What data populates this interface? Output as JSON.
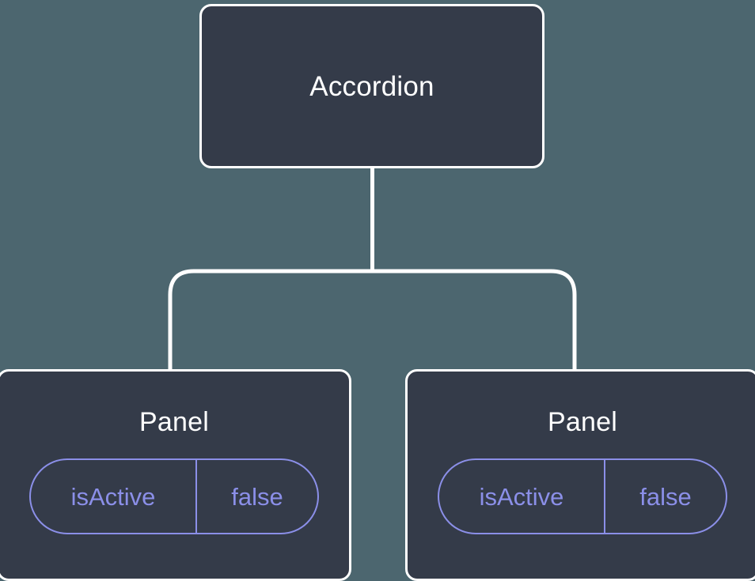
{
  "diagram": {
    "type": "component-tree",
    "background_color": "#4c666f",
    "node_fill_color": "#343b49",
    "node_border_color": "#ffffff",
    "connector_color": "#ffffff",
    "accent_color": "#8b8fe8",
    "title_color": "#ffffff"
  },
  "root": {
    "label": "Accordion"
  },
  "children": [
    {
      "label": "Panel",
      "state": {
        "key": "isActive",
        "value": "false"
      }
    },
    {
      "label": "Panel",
      "state": {
        "key": "isActive",
        "value": "false"
      }
    }
  ],
  "edges": [
    {
      "from": "Accordion",
      "to": "Panel",
      "index": 0
    },
    {
      "from": "Accordion",
      "to": "Panel",
      "index": 1
    }
  ]
}
